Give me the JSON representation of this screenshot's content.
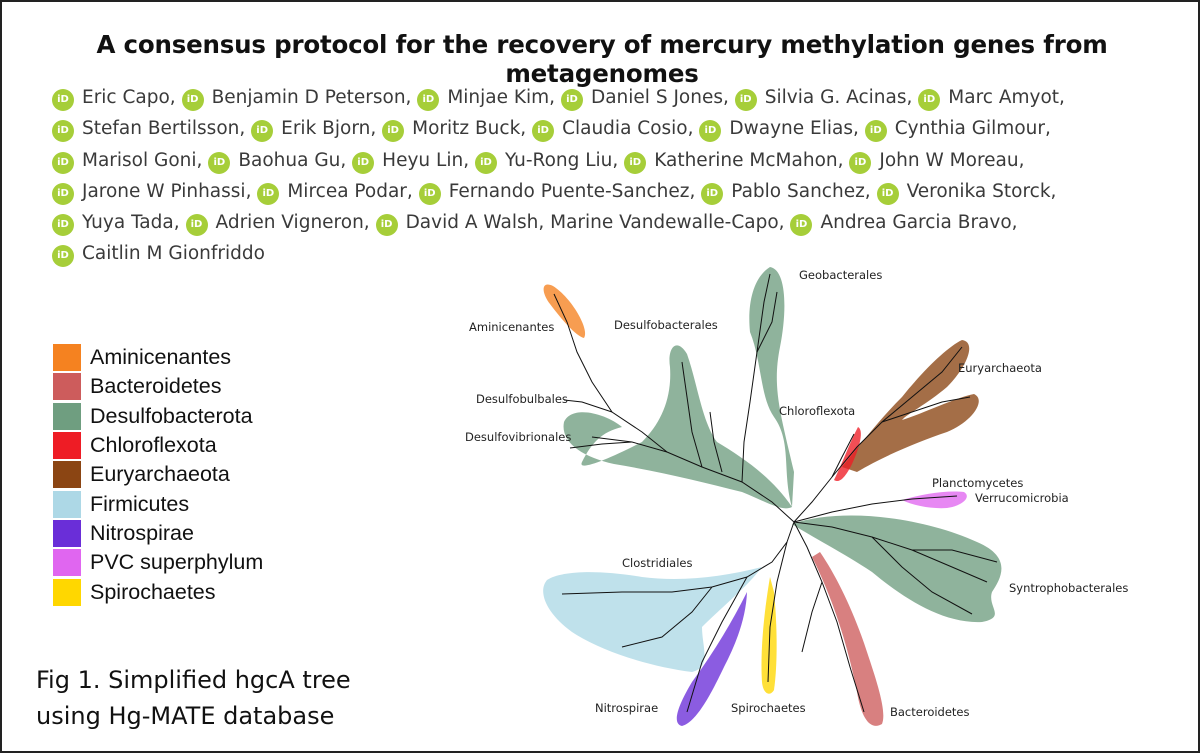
{
  "title": "A consensus protocol for the recovery of mercury methylation genes from metagenomes",
  "orcid_badge": "iD",
  "authors": [
    "Eric Capo,",
    "Benjamin D Peterson,",
    "Minjae Kim,",
    "Daniel S Jones,",
    "Silvia G. Acinas,",
    "Marc Amyot,",
    "Stefan Bertilsson,",
    "Erik Bjorn,",
    "Moritz Buck,",
    "Claudia Cosio,",
    "Dwayne Elias,",
    "Cynthia Gilmour,",
    "Marisol Goni,",
    "Baohua Gu,",
    "Heyu Lin,",
    "Yu-Rong Liu,",
    "Katherine McMahon,",
    "John W Moreau,",
    "Jarone W Pinhassi,",
    "Mircea Podar,",
    "Fernando Puente-Sanchez,",
    "Pablo Sanchez,",
    "Veronika Storck,",
    "Yuya Tada,",
    "Adrien Vigneron,",
    "David A Walsh, Marine Vandewalle-Capo,",
    "Andrea Garcia Bravo,",
    "Caitlin M Gionfriddo"
  ],
  "legend": [
    {
      "label": "Aminicenantes",
      "color": "#f58220"
    },
    {
      "label": "Bacteroidetes",
      "color": "#cd5c5c"
    },
    {
      "label": "Desulfobacterota",
      "color": "#6f9e80"
    },
    {
      "label": "Chloroflexota",
      "color": "#ee1c25"
    },
    {
      "label": "Euryarchaeota",
      "color": "#8b4513"
    },
    {
      "label": "Firmicutes",
      "color": "#add8e6"
    },
    {
      "label": "Nitrospirae",
      "color": "#6a2ed8"
    },
    {
      "label": "PVC superphylum",
      "color": "#e066f0"
    },
    {
      "label": "Spirochaetes",
      "color": "#ffd700"
    }
  ],
  "caption": {
    "line1": "Fig 1. Simplified hgcA tree",
    "line2": "using Hg-MATE database"
  },
  "tree_labels": {
    "geobacterales": "Geobacterales",
    "aminicenantes": "Aminicenantes",
    "desulfobacterales": "Desulfobacterales",
    "euryarchaeota": "Euryarchaeota",
    "desulfobulbales": "Desulfobulbales",
    "chloroflexota": "Chloroflexota",
    "desulfovibrionales": "Desulfovibrionales",
    "planctomycetes": "Planctomycetes",
    "verrucomicrobia": "Verrucomicrobia",
    "clostridiales": "Clostridiales",
    "syntrophobacterales": "Syntrophobacterales",
    "nitrospirae": "Nitrospirae",
    "spirochaetes": "Spirochaetes",
    "bacteroidetes": "Bacteroidetes"
  }
}
